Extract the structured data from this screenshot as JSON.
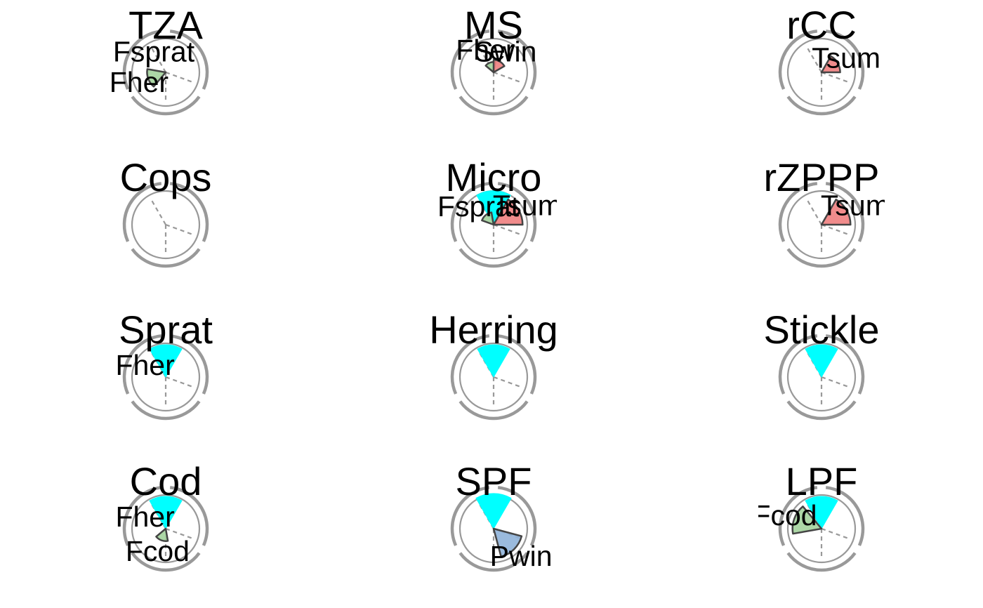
{
  "colors": {
    "background": "#ffffff",
    "ring": "#999999",
    "dashed_spoke": "#999999",
    "wedge_outline": "#444444",
    "T": "#f08080",
    "F": "#a3d39c",
    "S": "#00ffff",
    "P": "#8fb3d9"
  },
  "chart_data": [
    {
      "type": "polar-wedge",
      "title": "TZA",
      "wedges": [
        {
          "label": "Fsprat",
          "group": "F",
          "angle": 330,
          "value": 0.0
        },
        {
          "label": "Fher",
          "group": "F",
          "angle": 250,
          "value": 0.45
        }
      ]
    },
    {
      "type": "polar-wedge",
      "title": "MS",
      "wedges": [
        {
          "label": "Fher",
          "group": "F",
          "angle": 340,
          "value": 0.25
        },
        {
          "label": "Swin",
          "group": "T",
          "angle": 30,
          "value": 0.3
        }
      ]
    },
    {
      "type": "polar-wedge",
      "title": "rCC",
      "wedges": [
        {
          "label": "Tsum",
          "group": "T",
          "angle": 60,
          "value": 0.45
        }
      ]
    },
    {
      "type": "polar-wedge",
      "title": "Cops",
      "wedges": []
    },
    {
      "type": "polar-wedge",
      "title": "Micro",
      "wedges": [
        {
          "label": "",
          "group": "S",
          "angle": 0,
          "value": 0.82
        },
        {
          "label": "Fsprat",
          "group": "F",
          "angle": 320,
          "value": 0.3
        },
        {
          "label": "Tsum",
          "group": "T",
          "angle": 60,
          "value": 0.7
        }
      ]
    },
    {
      "type": "polar-wedge",
      "title": "rZPPP",
      "wedges": [
        {
          "label": "Tsum",
          "group": "T",
          "angle": 60,
          "value": 0.7
        }
      ]
    },
    {
      "type": "polar-wedge",
      "title": "Sprat",
      "wedges": [
        {
          "label": "",
          "group": "S",
          "angle": 0,
          "value": 0.78
        },
        {
          "label": "Fher",
          "group": "F",
          "angle": 300,
          "value": 0.0
        }
      ]
    },
    {
      "type": "polar-wedge",
      "title": "Herring",
      "wedges": [
        {
          "label": "",
          "group": "S",
          "angle": 0,
          "value": 0.78
        }
      ]
    },
    {
      "type": "polar-wedge",
      "title": "Stickle",
      "wedges": [
        {
          "label": "",
          "group": "S",
          "angle": 0,
          "value": 0.78
        }
      ]
    },
    {
      "type": "polar-wedge",
      "title": "Cod",
      "wedges": [
        {
          "label": "",
          "group": "S",
          "angle": 0,
          "value": 0.78
        },
        {
          "label": "Fher",
          "group": "F",
          "angle": 300,
          "value": 0.0
        },
        {
          "label": "Fcod",
          "group": "F",
          "angle": 200,
          "value": 0.3
        }
      ]
    },
    {
      "type": "polar-wedge",
      "title": "SPF",
      "wedges": [
        {
          "label": "",
          "group": "S",
          "angle": 0,
          "value": 0.85
        },
        {
          "label": "Pwin",
          "group": "P",
          "angle": 135,
          "value": 0.7
        }
      ]
    },
    {
      "type": "polar-wedge",
      "title": "LPF",
      "wedges": [
        {
          "label": "",
          "group": "S",
          "angle": 0,
          "value": 0.78
        },
        {
          "label": "Fcod",
          "group": "F",
          "angle": 290,
          "value": 0.7
        }
      ]
    }
  ]
}
